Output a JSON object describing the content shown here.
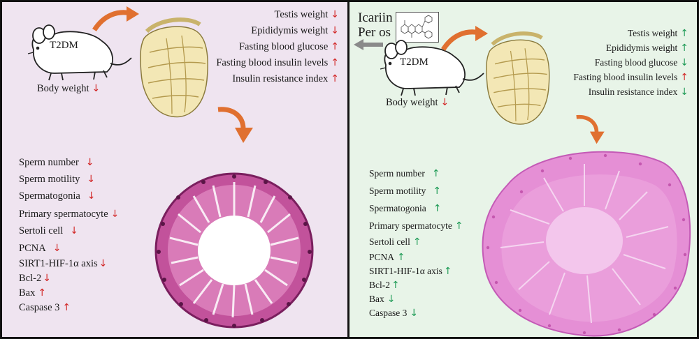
{
  "left": {
    "mouse_label": "T2DM",
    "body_weight": {
      "label": "Body weight",
      "arrow": "↓"
    },
    "organ_metrics": [
      {
        "label": "Testis weight",
        "arrow": "↓"
      },
      {
        "label": "Epididymis weight",
        "arrow": "↓"
      },
      {
        "label": "Fasting blood glucose",
        "arrow": "↑"
      },
      {
        "label": "Fasting blood insulin levels",
        "arrow": "↑"
      },
      {
        "label": "Insulin resistance index",
        "arrow": "↑"
      }
    ],
    "cell_metrics": [
      {
        "label": "Sperm number",
        "arrow": "↓"
      },
      {
        "label": "Sperm motility",
        "arrow": "↓"
      },
      {
        "label": "Spermatogonia",
        "arrow": "↓"
      },
      {
        "label": "Primary spermatocyte",
        "arrow": "↓"
      },
      {
        "label": "Sertoli cell",
        "arrow": "↓"
      },
      {
        "label": "PCNA",
        "arrow": "↓"
      },
      {
        "label": "SIRT1-HIF-1α axis",
        "arrow": "↓"
      },
      {
        "label": "Bcl-2",
        "arrow": "↓"
      },
      {
        "label": "Bax",
        "arrow": "↑"
      },
      {
        "label": "Caspase 3",
        "arrow": "↑"
      }
    ]
  },
  "right": {
    "treatment_line1": "Icariin",
    "treatment_line2": "Per os",
    "mouse_label": "T2DM",
    "body_weight": {
      "label": "Body weight",
      "arrow": "↓"
    },
    "organ_metrics": [
      {
        "label": "Testis weight",
        "arrow": "↑"
      },
      {
        "label": "Epididymis weight",
        "arrow": "↑"
      },
      {
        "label": "Fasting blood glucose",
        "arrow": "↓"
      },
      {
        "label": "Fasting blood insulin levels",
        "arrow": "↑"
      },
      {
        "label": "Insulin resistance index",
        "arrow": "↓"
      }
    ],
    "cell_metrics": [
      {
        "label": "Sperm number",
        "arrow": "↑"
      },
      {
        "label": "Sperm motility",
        "arrow": "↑"
      },
      {
        "label": "Spermatogonia",
        "arrow": "↑"
      },
      {
        "label": "Primary spermatocyte",
        "arrow": "↑"
      },
      {
        "label": "Sertoli cell",
        "arrow": "↑"
      },
      {
        "label": "PCNA",
        "arrow": "↑"
      },
      {
        "label": "SIRT1-HIF-1α axis",
        "arrow": "↑"
      },
      {
        "label": "Bcl-2",
        "arrow": "↑"
      },
      {
        "label": "Bax",
        "arrow": "↓"
      },
      {
        "label": "Caspase 3",
        "arrow": "↓"
      }
    ]
  },
  "colors": {
    "left_bg": "#efe4f0",
    "right_bg": "#e8f4e8",
    "increase_red": "#d22828",
    "change_green": "#1d9a55",
    "flow_arrow": "#e07030",
    "tissue_left": "#a0307a",
    "tissue_right": "#dd66c8"
  }
}
